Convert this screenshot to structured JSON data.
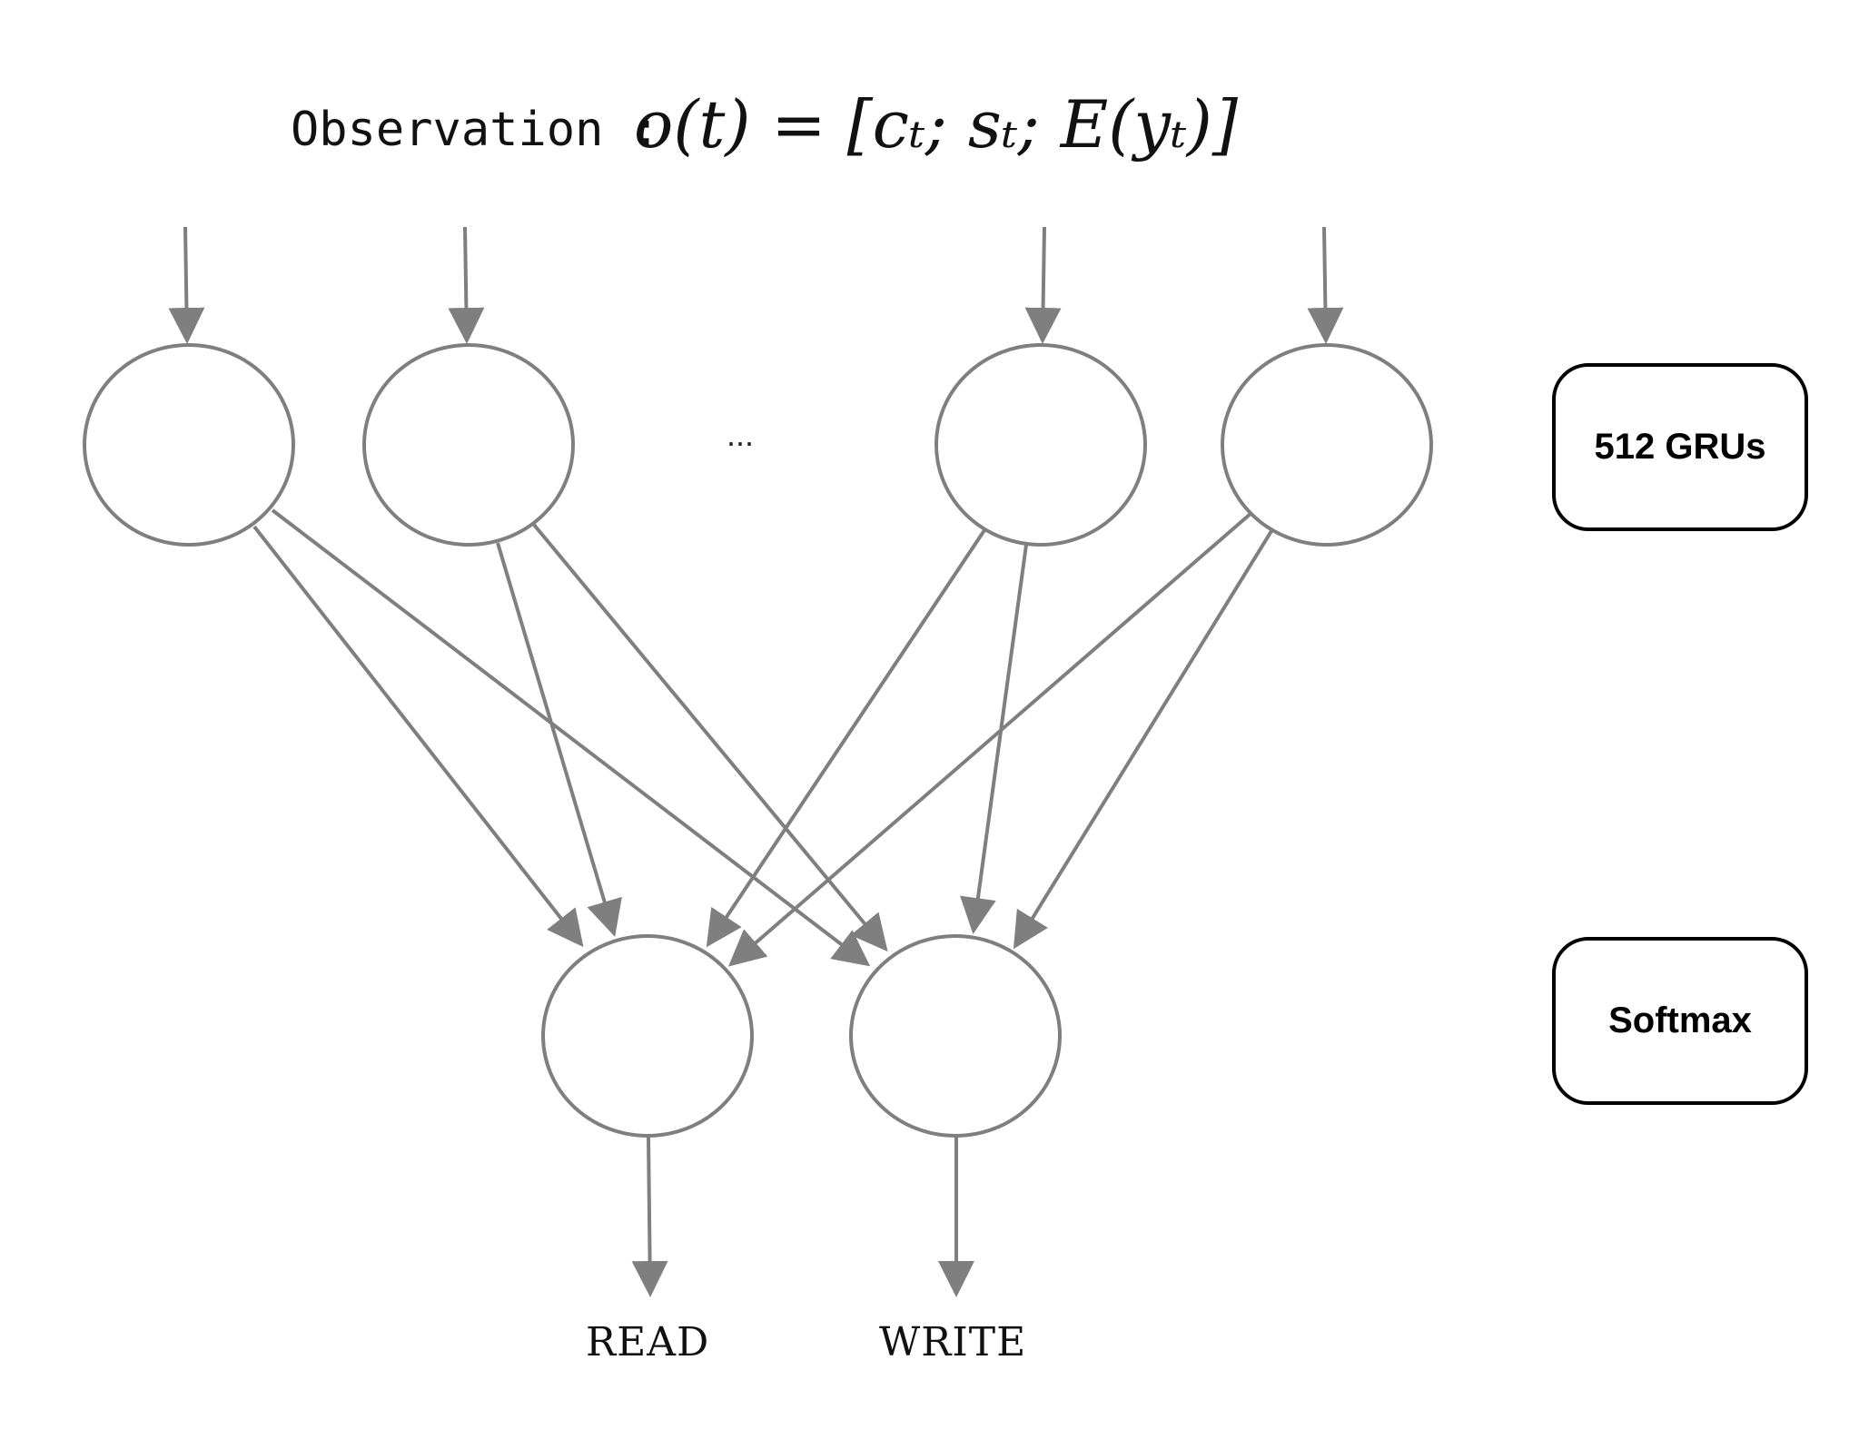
{
  "title": {
    "label": "Observation :",
    "formula": "o(t) = [cₜ; sₜ; E(yₜ)]"
  },
  "ellipsis": "...",
  "layers": {
    "gru_label": "512 GRUs",
    "softmax_label": "Softmax"
  },
  "outputs": {
    "read": "READ",
    "write": "WRITE"
  },
  "colors": {
    "stroke": "#7f7f7f",
    "text": "#111111",
    "legend_border": "#000000"
  }
}
